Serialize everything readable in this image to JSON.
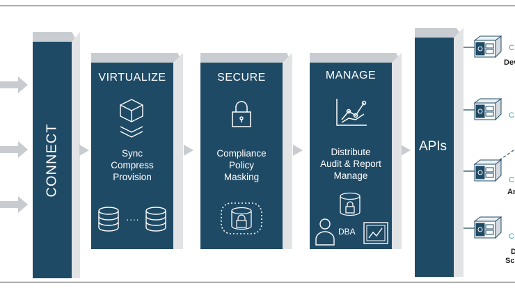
{
  "connect": {
    "label": "CONNECT"
  },
  "stages": [
    {
      "title": "VIRTUALIZE",
      "lines": [
        "Sync",
        "Compress",
        "Provision"
      ],
      "icons": [
        "cube-stack-icon",
        "database-icon",
        "database-icon"
      ],
      "ellipsis": "...."
    },
    {
      "title": "SECURE",
      "lines": [
        "Compliance",
        "Policy",
        "Masking"
      ],
      "icons": [
        "padlock-icon",
        "masked-database-icon"
      ]
    },
    {
      "title": "MANAGE",
      "lines": [
        "Distribute",
        "Audit & Report",
        "Manage"
      ],
      "icons": [
        "line-chart-icon",
        "locked-database-icon",
        "person-icon",
        "monitor-chart-icon"
      ],
      "dba_label": "DBA"
    }
  ],
  "apis": {
    "label": "APIs"
  },
  "clients": [
    {
      "label_lines": [
        "Dev"
      ],
      "num": "C"
    },
    {
      "label_lines": [],
      "num": "C"
    },
    {
      "label_lines": [
        "An"
      ],
      "num": "C"
    },
    {
      "label_lines": [
        "D",
        "Sci"
      ],
      "num": "C"
    }
  ],
  "colors": {
    "block": "#1f4a65",
    "block_top": "#c9cdd1",
    "block_side": "#e1e3e5",
    "arrow": "#c8ccd0",
    "accent": "#3a9fb0"
  }
}
